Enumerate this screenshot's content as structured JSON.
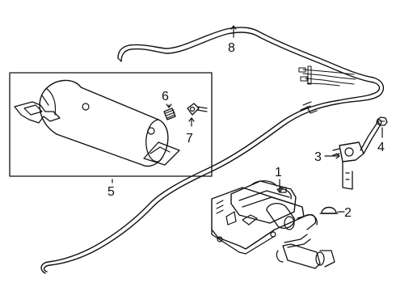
{
  "diagram": {
    "callouts": [
      {
        "id": "1",
        "label": "1"
      },
      {
        "id": "2",
        "label": "2"
      },
      {
        "id": "3",
        "label": "3"
      },
      {
        "id": "4",
        "label": "4"
      },
      {
        "id": "5",
        "label": "5"
      },
      {
        "id": "6",
        "label": "6"
      },
      {
        "id": "7",
        "label": "7"
      },
      {
        "id": "8",
        "label": "8"
      }
    ],
    "colors": {
      "line": "#111111",
      "background": "#ffffff"
    }
  }
}
